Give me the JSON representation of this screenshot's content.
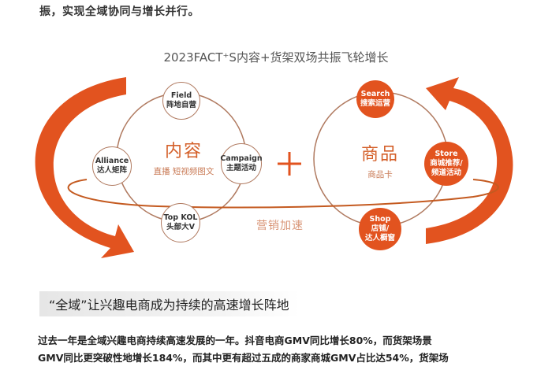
{
  "intro": {
    "text": "振，实现全域协同与增长并行。"
  },
  "diagram": {
    "title": "2023FACT⁺S内容+货架双场共振飞轮增长",
    "content_circle": {
      "title": "内容",
      "subtitle": "直播 短视频图文",
      "nodes": [
        {
          "en": "Field",
          "zh": "阵地自营"
        },
        {
          "en": "Campaign",
          "zh": "主题活动"
        },
        {
          "en": "Top KOL",
          "zh": "头部大V"
        },
        {
          "en": "Alliance",
          "zh": "达人矩阵"
        }
      ]
    },
    "plus_sign": "+",
    "goods_circle": {
      "title": "商品",
      "subtitle": "商品卡",
      "nodes": [
        {
          "en": "Search",
          "zh": "搜索运营"
        },
        {
          "en": "Store",
          "zh": "商城推荐/",
          "zh2": "频道活动"
        },
        {
          "en": "Shop",
          "zh": "店铺/",
          "zh2": "达人橱窗"
        }
      ]
    },
    "marketing_label": "营销加速",
    "colors": {
      "accent": "#e2531f",
      "outline": "#b07a60",
      "text_orange": "#d4602a"
    }
  },
  "section": {
    "heading": "“全域”让兴趣电商成为持续的高速增长阵地"
  },
  "body": {
    "line1": "过去一年是全域兴趣电商持续高速发展的一年。抖音电商GMV同比增长80%，而货架场景",
    "line2": "GMV同比更突破性地增长184%，而其中更有超过五成的商家商城GMV占比达54%，货架场"
  }
}
